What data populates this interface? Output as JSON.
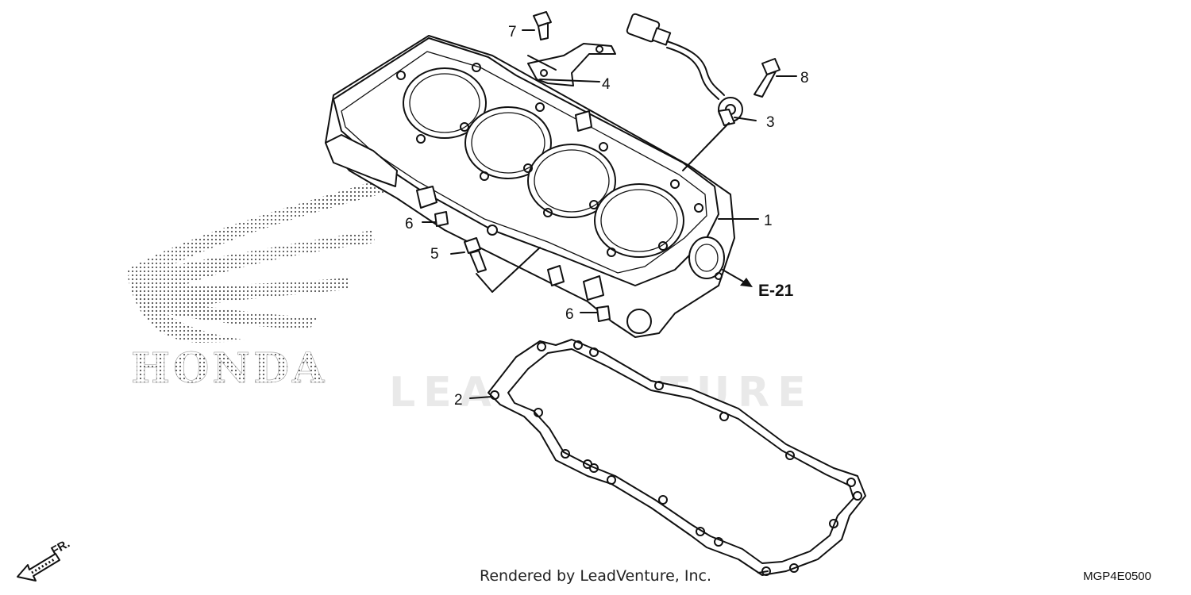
{
  "diagram": {
    "callouts": [
      {
        "id": "1",
        "label": "1"
      },
      {
        "id": "2",
        "label": "2"
      },
      {
        "id": "3",
        "label": "3"
      },
      {
        "id": "4",
        "label": "4"
      },
      {
        "id": "5",
        "label": "5"
      },
      {
        "id": "6a",
        "label": "6"
      },
      {
        "id": "6b",
        "label": "6"
      },
      {
        "id": "7",
        "label": "7"
      },
      {
        "id": "8",
        "label": "8"
      }
    ],
    "reference": "E-21",
    "front_label": "FR.",
    "watermark": "LEADVENTURE",
    "logo_text": "HONDA",
    "footer": "Rendered by LeadVenture, Inc.",
    "diagram_code": "MGP4E0500"
  }
}
